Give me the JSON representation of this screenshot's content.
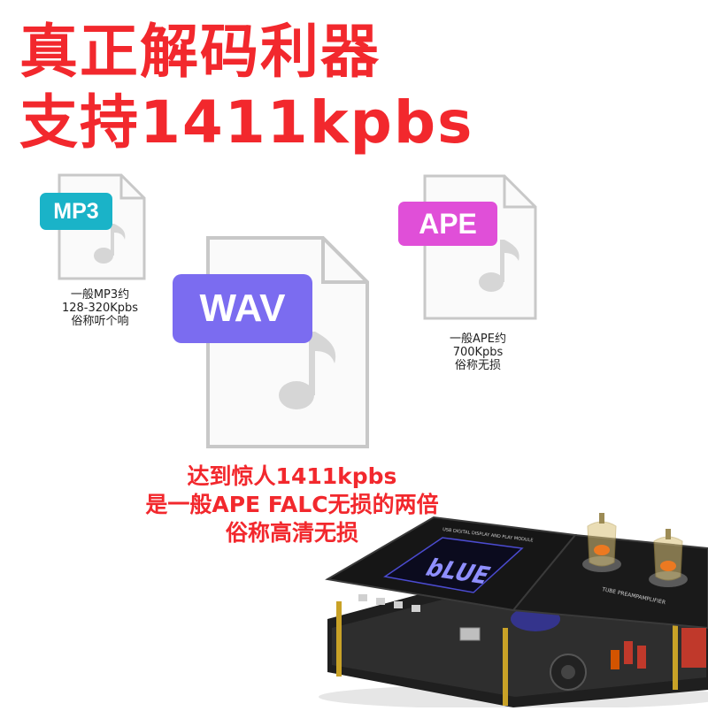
{
  "headline": {
    "line1": "真正解码利器",
    "line2": "支持1411kpbs"
  },
  "colors": {
    "headline": "#f2282d",
    "mp3": "#1ab3c8",
    "wav": "#7b6cf0",
    "ape": "#e04fd8",
    "file_outline": "#c8c8c8",
    "file_fill": "#fafafa"
  },
  "files": {
    "mp3": {
      "badge": "MP3",
      "icon": "music-note-icon",
      "caption": [
        "一般MP3约",
        "128-320Kpbs",
        "俗称听个响"
      ]
    },
    "wav": {
      "badge": "WAV",
      "icon": "music-note-icon"
    },
    "ape": {
      "badge": "APE",
      "icon": "music-note-icon",
      "caption": [
        "一般APE约",
        "700Kpbs",
        "俗称无损"
      ]
    }
  },
  "claim": {
    "line1": "达到惊人1411kpbs",
    "line2": "是一般APE FALC无损的两倍",
    "line3": "俗称高清无损"
  },
  "device": {
    "display_text": "bLUE",
    "label_top": "USB DIGITAL DISPLAY AND PLAY MODULE",
    "label_tube": "TUBE PREAMPAMPLIFIER"
  }
}
